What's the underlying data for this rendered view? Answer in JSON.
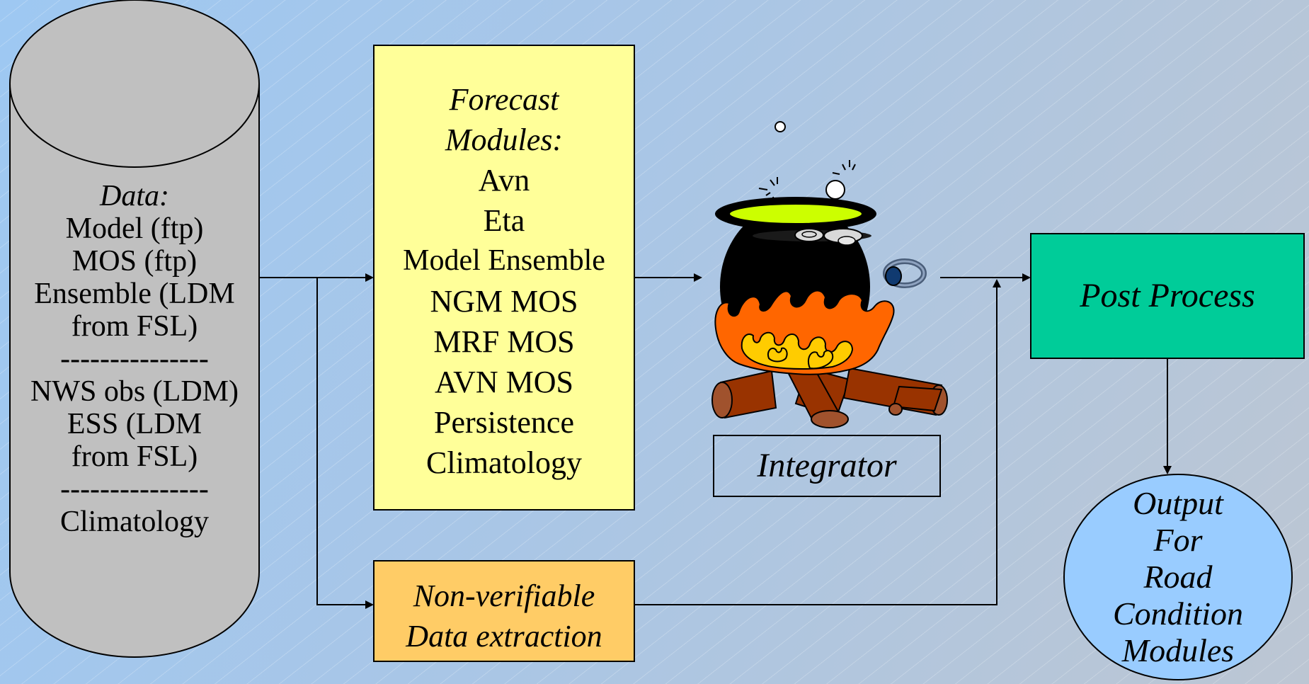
{
  "data_store": {
    "heading": "Data:",
    "lines": [
      "Model (ftp)",
      "MOS (ftp)",
      "Ensemble (LDM",
      "from FSL)",
      "---------------",
      "NWS obs (LDM)",
      "ESS (LDM",
      "from FSL)",
      "---------------",
      "Climatology"
    ]
  },
  "forecast_modules": {
    "heading_1": "Forecast",
    "heading_2": "Modules:",
    "items": [
      "Avn",
      "Eta",
      "Model Ensemble",
      "NGM MOS",
      "MRF MOS",
      "AVN MOS",
      "Persistence",
      "Climatology"
    ]
  },
  "non_verifiable": {
    "line_1": "Non-verifiable",
    "line_2": "Data extraction"
  },
  "integrator": {
    "label": "Integrator"
  },
  "post_process": {
    "label": "Post Process"
  },
  "output": {
    "lines": [
      "Output",
      "For",
      "Road",
      "Condition",
      "Modules"
    ]
  },
  "colors": {
    "cylinder": "#c0c0c0",
    "forecast_box": "#ffff99",
    "non_verifiable_box": "#ffcc66",
    "post_process_box": "#00cc99",
    "output_circle": "#99ccff",
    "soup": "#ccff00",
    "fire_outer": "#ff6600",
    "fire_inner": "#ffcc00",
    "logs": "#993300"
  },
  "icons": [
    "cauldron-icon",
    "fire-icon",
    "bubble-icon",
    "sparkle-icon"
  ]
}
